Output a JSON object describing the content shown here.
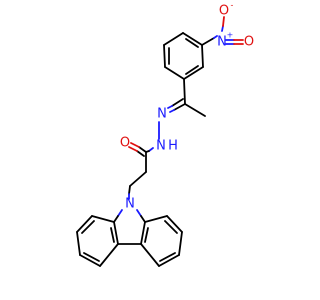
{
  "molecule": {
    "colors": {
      "carbon_bond": "#000000",
      "nitrogen": "#1a1aff",
      "oxygen": "#e01010"
    },
    "labels": {
      "nitro_o_top": "O",
      "nitro_o_charge": "-",
      "nitro_n": "N",
      "nitro_n_charge": "+",
      "nitro_o_right": "O",
      "imine_n": "N",
      "hydrazide_nh_n": "N",
      "hydrazide_nh_h": "H",
      "carbonyl_o": "O",
      "carbazole_n": "N"
    }
  }
}
